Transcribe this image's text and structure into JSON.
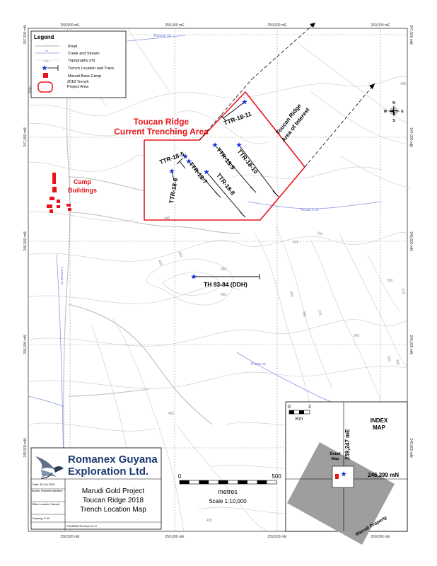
{
  "legend": {
    "title": "Legend",
    "items": [
      {
        "label": "Road",
        "icon": "road-line-icon"
      },
      {
        "label": "Creek and Stream",
        "icon": "creek-line-icon"
      },
      {
        "label": "Topography (m)",
        "icon": "contour-line-icon",
        "sample": "425"
      },
      {
        "label": "Trench Location and Trace",
        "icon": "trench-star-icon"
      },
      {
        "label": "Marudi Base Camp",
        "icon": "camp-square-icon"
      },
      {
        "label": "2018 Trench Project Area",
        "icon": "project-area-icon"
      }
    ],
    "creek_sample": "ck"
  },
  "grid": {
    "eastings": [
      "258,500 mE",
      "259,000 mE",
      "259,500 mE",
      "260,000 mE"
    ],
    "northings": [
      "247,500 mN",
      "247,000 mN",
      "246,500 mN",
      "246,000 mN",
      "245,500 mN"
    ]
  },
  "labels": {
    "area_title_1": "Toucan Ridge",
    "area_title_2": "Current Trenching Area",
    "aoi_1": "Toucan Ridge",
    "aoi_2": "Area of Interest",
    "camp_1": "Camp",
    "camp_2": "Buildings",
    "ddh": "TH 93-84 (DDH)",
    "creek_top": "Paunch ck",
    "creek_toucan": "Toucan 1 ck",
    "creek_left": "Lookout ck",
    "creek_bottom": "Peace ck",
    "left_edge": "45th"
  },
  "trenches": [
    "TTR-18-5",
    "TTR-18-6",
    "TTR-18-7",
    "TTR-18-8",
    "TTR-18-9",
    "TTR-18-10",
    "TTR-18-11"
  ],
  "contour_labels": [
    "420",
    "425",
    "450",
    "480",
    "465",
    "455",
    "420",
    "400",
    "390",
    "375",
    "350",
    "345",
    "330",
    "315",
    "325",
    "425",
    "435",
    "440"
  ],
  "compass": {
    "n": "N",
    "s": "S",
    "e": "E",
    "w": "W"
  },
  "scale": {
    "zero": "0",
    "max": "500",
    "unit": "metres",
    "ratio": "Scale 1:10,000"
  },
  "company": {
    "name_1": "Romanex Guyana",
    "name_2": "Exploration Ltd."
  },
  "title_block": {
    "date": "Date: 30-Oct-2018",
    "author": "Author: Romsha Hamilton",
    "office": "Office Location: Marudi",
    "drawing": "Drawing: P-00",
    "projection": "PSAD56/UTM Zone 21 N",
    "title_1": "Marudi Gold Project",
    "title_2": "Toucan Ridge 2018",
    "title_3": "Trench Location Map"
  },
  "index_map": {
    "title_1": "INDEX",
    "title_2": "MAP",
    "scale_zero": "0",
    "scale_max": "2",
    "scale_unit": "Km",
    "easting": "259,247 mE",
    "northing": "246,399 mN",
    "detail_1": "Detail",
    "detail_2": "Map",
    "property": "Marudi Property"
  },
  "colors": {
    "accent_red": "#e8141a",
    "trench_blue": "#1a2bd8",
    "company_navy": "#1c3a70",
    "index_grey": "#9e9e9e"
  }
}
